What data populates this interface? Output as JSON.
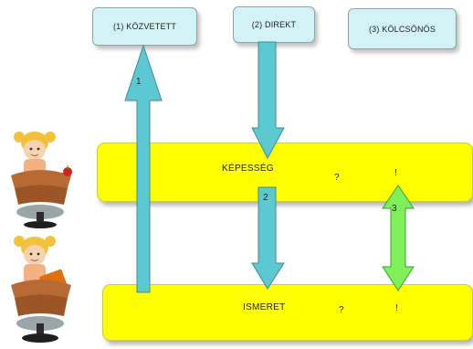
{
  "boxes": {
    "kozvetett": "(1) KÖZVETETT",
    "direkt": "(2) DIREKT",
    "kolcsonos": "(3) KÖLCSÖNÖS"
  },
  "bands": {
    "top_label": "KÉPESSÉG",
    "top_question": "?",
    "top_exclaim": "!",
    "bottom_label": "ISMERET",
    "bottom_question": "?",
    "bottom_exclaim": "!"
  },
  "arrows": {
    "arrow1_number": "1",
    "arrow2_number": "2",
    "arrow3_number": "3"
  },
  "colors": {
    "box_fill": "#d2f2f5",
    "band_fill": "#ffff00",
    "teal_arrow": "#5cc8d2",
    "green_arrow": "#7ef05a"
  }
}
